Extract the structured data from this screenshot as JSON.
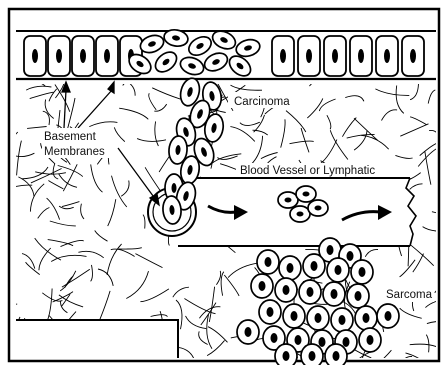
{
  "labels": {
    "carcinoma": "Carcinoma",
    "basement_line1": "Basement",
    "basement_line2": "Membranes",
    "vessel": "Blood Vessel or Lymphatic",
    "sarcoma": "Sarcoma"
  }
}
